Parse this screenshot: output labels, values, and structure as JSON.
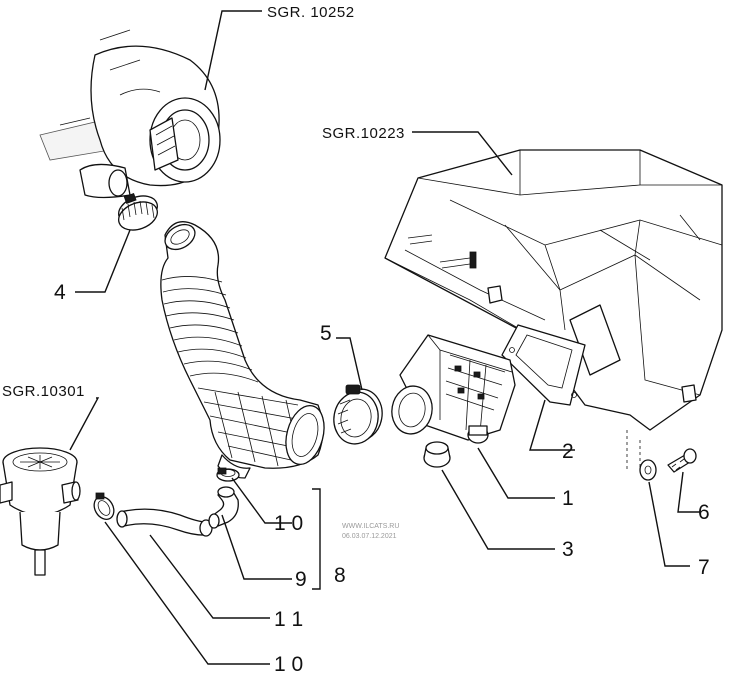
{
  "references": {
    "turbo": "SGR. 10252",
    "airbox": "SGR.10223",
    "separator": "SGR.10301"
  },
  "callouts": {
    "c1": "1",
    "c2": "2",
    "c3": "3",
    "c4": "4",
    "c5": "5",
    "c6": "6",
    "c7": "7",
    "c8": "8",
    "c9": "9",
    "c10a": "1 0",
    "c11": "1 1",
    "c10b": "1 0"
  },
  "watermark": {
    "line1": "WWW.ILCATS.RU",
    "line2": "06.03.07.12.2021"
  }
}
